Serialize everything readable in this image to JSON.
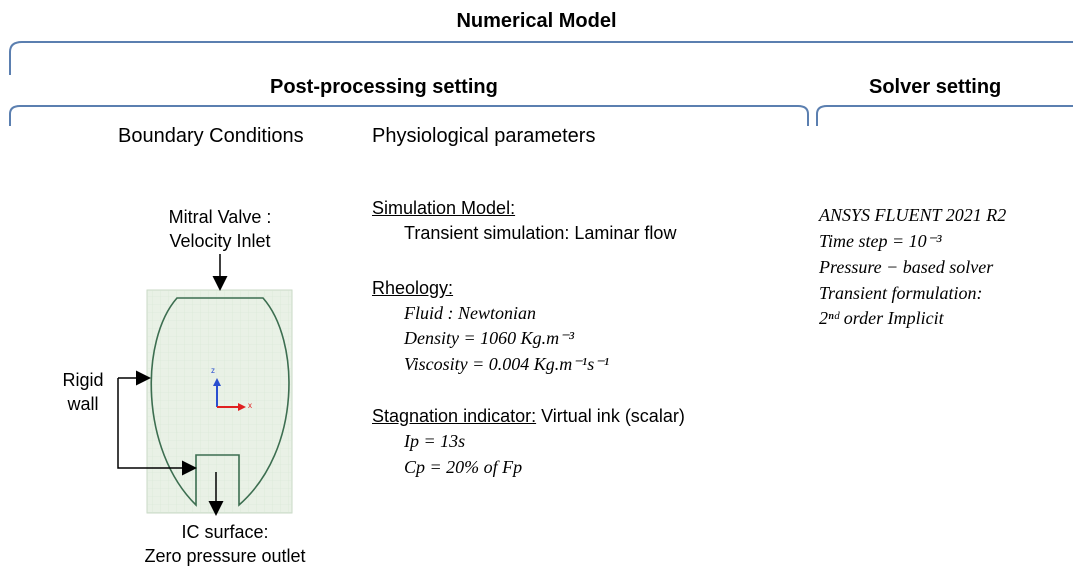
{
  "header": {
    "title": "Numerical Model"
  },
  "sections": {
    "post": {
      "title": "Post-processing setting"
    },
    "solver": {
      "title": "Solver setting"
    }
  },
  "boundary": {
    "heading": "Boundary Conditions",
    "inlet_line1": "Mitral Valve :",
    "inlet_line2": "Velocity Inlet",
    "wall_line1": "Rigid",
    "wall_line2": "wall",
    "outlet_line1": "IC surface:",
    "outlet_line2": "Zero pressure outlet",
    "axis_z": "z",
    "axis_x": "x"
  },
  "physio": {
    "heading": "Physiological parameters",
    "sim_model_label": "Simulation Model:",
    "sim_model_value": "Transient simulation: Laminar flow",
    "rheology_label": "Rheology:",
    "fluid": "Fluid : Newtonian",
    "density": "Density = 1060 Kg.m⁻³",
    "viscosity": "Viscosity = 0.004 Kg.m⁻¹s⁻¹",
    "stagnation_label": "Stagnation indicator:",
    "stagnation_value": " Virtual ink (scalar)",
    "ip": "Ip = 13s",
    "cp": "Cp = 20% of Fp"
  },
  "solver": {
    "line1": "ANSYS FLUENT 2021 R2",
    "line2": "Time step = 10⁻³",
    "line3": "Pressure − based solver",
    "line4": "Transient formulation:",
    "line5": "2ⁿᵈ order Implicit"
  },
  "colors": {
    "bracket": "#5b7fb0",
    "geometry": "#3c6e50",
    "canvas": "#e9f1e6",
    "axis_z": "#2a4fd0",
    "axis_x": "#e02020"
  }
}
